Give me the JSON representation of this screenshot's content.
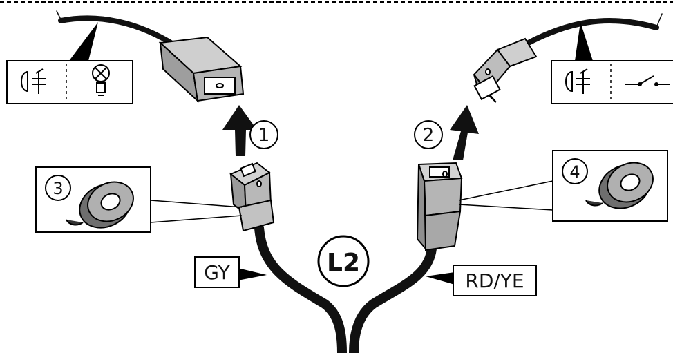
{
  "steps": [
    "1",
    "2",
    "3",
    "4"
  ],
  "wire_colors": {
    "left": "GY",
    "right": "RD/YE"
  },
  "harness_label": "L2",
  "icons": {
    "left_box": [
      "fog-light-icon",
      "bulb-icon"
    ],
    "right_box": [
      "fog-light-icon",
      "switch-icon"
    ],
    "tape": "insulation-tape-icon"
  },
  "colors": {
    "wire": "#111111",
    "connector": "#9a9a9a",
    "tape": "#8a8a8a",
    "line": "#000000"
  }
}
